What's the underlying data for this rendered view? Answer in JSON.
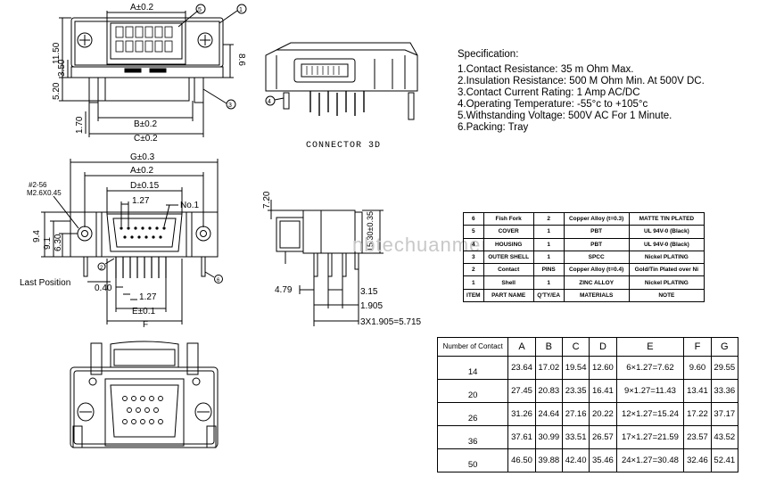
{
  "spec": {
    "title": "Specification:",
    "lines": [
      "1.Contact Resistance: 35 m Ohm Max.",
      "2.Insulation Resistance: 500 M Ohm Min. At 500V DC.",
      "3.Contact Current Rating: 1 Amp AC/DC",
      "4.Operating Temperature: -55°c to +105°c",
      "5.Withstanding Voltage: 500V AC For 1 Minute.",
      "6.Packing: Tray"
    ]
  },
  "caption": "CONNECTOR 3D",
  "watermark": "nbtechuanmei",
  "labels": {
    "top_a": "A±0.2",
    "top_b": "B±0.2",
    "top_c": "C±0.2",
    "dim_1150": "11.50",
    "dim_350": "3.50",
    "dim_520": "5.20",
    "dim_170": "1.70",
    "dim_86": "8.6",
    "front_g": "G±0.3",
    "front_a": "A±0.2",
    "front_d": "D±0.15",
    "front_127a": "1.27",
    "front_no1": "No.1",
    "front_screw": "#2-56",
    "front_m2": "M2.6X0.45",
    "front_94": "9.4",
    "front_91": "9.1",
    "front_630": "6.30",
    "front_lastpos": "Last Position",
    "front_040": "0.40",
    "front_127b": "1.27",
    "front_e": "E±0.1",
    "front_f": "F",
    "side_720": "7.20",
    "side_1530": "15.30±0.35",
    "side_479": "4.79",
    "side_315": "3.15",
    "side_1905": "1.905",
    "side_3x": "3X1.905=5.715",
    "callout_1": "1",
    "callout_2": "2",
    "callout_3": "3",
    "callout_4": "4",
    "callout_5": "5",
    "callout_6": "6"
  },
  "bom": {
    "rows": [
      {
        "item": "6",
        "name": "Fish Fork",
        "qty": "2",
        "mat": "Copper Alloy (t=0.3)",
        "note": "MATTE TIN PLATED"
      },
      {
        "item": "5",
        "name": "COVER",
        "qty": "1",
        "mat": "PBT",
        "note": "UL 94V-0 (Black)"
      },
      {
        "item": "4",
        "name": "HOUSING",
        "qty": "1",
        "mat": "PBT",
        "note": "UL 94V-0 (Black)"
      },
      {
        "item": "3",
        "name": "OUTER SHELL",
        "qty": "1",
        "mat": "SPCC",
        "note": "Nickel PLATING"
      },
      {
        "item": "2",
        "name": "Contact",
        "qty": "PINS",
        "mat": "Copper Alloy (t=0.4)",
        "note": "Gold/Tin Plated over Ni"
      },
      {
        "item": "1",
        "name": "Shell",
        "qty": "1",
        "mat": "ZINC ALLOY",
        "note": "Nickel PLATING"
      }
    ],
    "header": {
      "item": "ITEM",
      "name": "PART NAME",
      "qty": "Q'TY/EA",
      "mat": "MATERIALS",
      "note": "NOTE"
    }
  },
  "dim_table": {
    "headers": [
      "Number of Contact",
      "A",
      "B",
      "C",
      "D",
      "E",
      "F",
      "G"
    ],
    "rows": [
      [
        "14",
        "23.64",
        "17.02",
        "19.54",
        "12.60",
        "6×1.27=7.62",
        "9.60",
        "29.55"
      ],
      [
        "20",
        "27.45",
        "20.83",
        "23.35",
        "16.41",
        "9×1.27=11.43",
        "13.41",
        "33.36"
      ],
      [
        "26",
        "31.26",
        "24.64",
        "27.16",
        "20.22",
        "12×1.27=15.24",
        "17.22",
        "37.17"
      ],
      [
        "36",
        "37.61",
        "30.99",
        "33.51",
        "26.57",
        "17×1.27=21.59",
        "23.57",
        "43.52"
      ],
      [
        "50",
        "46.50",
        "39.88",
        "42.40",
        "35.46",
        "24×1.27=30.48",
        "32.46",
        "52.41"
      ]
    ]
  }
}
